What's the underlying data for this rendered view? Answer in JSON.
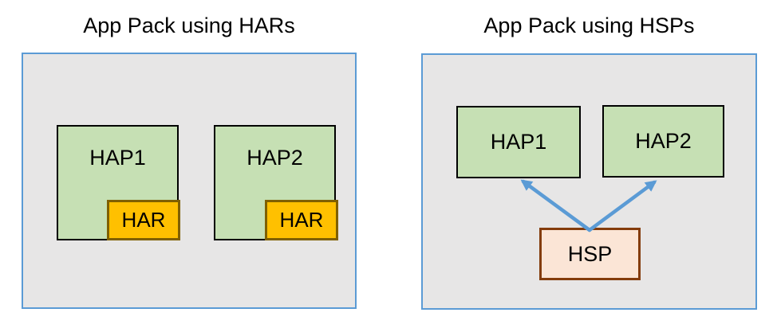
{
  "left_diagram": {
    "title": "App Pack using HARs",
    "hap1": {
      "label": "HAP1",
      "har_label": "HAR"
    },
    "hap2": {
      "label": "HAP2",
      "har_label": "HAR"
    }
  },
  "right_diagram": {
    "title": "App Pack using HSPs",
    "hap1": {
      "label": "HAP1"
    },
    "hap2": {
      "label": "HAP2"
    },
    "hsp": {
      "label": "HSP"
    }
  },
  "colors": {
    "container_fill": "#E7E6E6",
    "container_border": "#5B9BD5",
    "hap_fill": "#C6E0B4",
    "hap_border": "#000000",
    "har_fill": "#FFC000",
    "har_border": "#7F6000",
    "hsp_fill": "#FBE5D6",
    "hsp_border": "#843C0C",
    "arrow": "#5B9BD5",
    "text": "#000000"
  }
}
